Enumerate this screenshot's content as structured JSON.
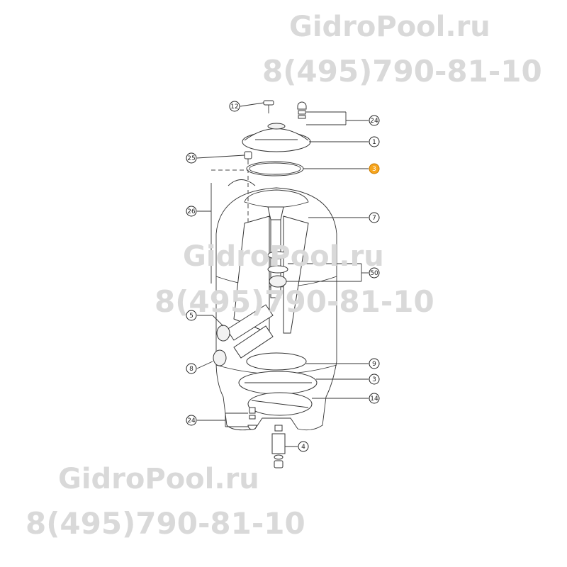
{
  "watermarks": {
    "site_top": "GidroPool.ru",
    "phone_top": "8(495)790-81-10",
    "site_mid": "GidroPool.ru",
    "phone_mid": "8(495)790-81-10",
    "site_bottom": "GidroPool.ru",
    "phone_bottom": "8(495)790-81-10"
  },
  "callouts": [
    {
      "label": "12"
    },
    {
      "label": "24"
    },
    {
      "label": "1"
    },
    {
      "label": "25"
    },
    {
      "label": "3",
      "highlighted": true
    },
    {
      "label": "26"
    },
    {
      "label": "7"
    },
    {
      "label": "50"
    },
    {
      "label": "5"
    },
    {
      "label": "9"
    },
    {
      "label": "8"
    },
    {
      "label": "3"
    },
    {
      "label": "14"
    },
    {
      "label": "24"
    },
    {
      "label": "4"
    }
  ],
  "colors": {
    "highlight": "#f7a51c",
    "watermark": "#d9d9d9",
    "line": "#333333"
  }
}
